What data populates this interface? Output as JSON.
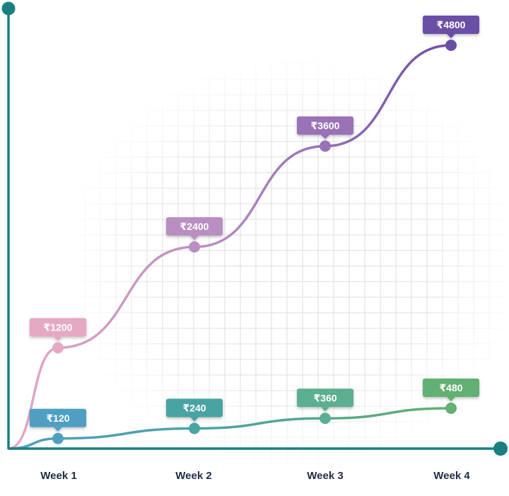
{
  "chart_data": {
    "type": "line",
    "categories": [
      "Week 1",
      "Week 2",
      "Week 3",
      "Week 4"
    ],
    "x_start": 0,
    "ylim": [
      0,
      5200
    ],
    "grid": true,
    "series": [
      {
        "values": [
          1200,
          2400,
          3600,
          4800
        ],
        "labels": [
          "₹1200",
          "₹2400",
          "₹3600",
          "₹4800"
        ],
        "colors": [
          "#e6a9c4",
          "#b98fc2",
          "#9a72b8",
          "#6b4fa6"
        ]
      },
      {
        "values": [
          120,
          240,
          360,
          480
        ],
        "labels": [
          "₹120",
          "₹240",
          "₹360",
          "₹480"
        ],
        "colors": [
          "#4f9fc3",
          "#4aa3a3",
          "#5caf8f",
          "#62b072"
        ]
      }
    ],
    "colors": {
      "axis": "#1a7f80",
      "grid": "#dcdcdc",
      "tick_text": "#1f2d44"
    }
  }
}
